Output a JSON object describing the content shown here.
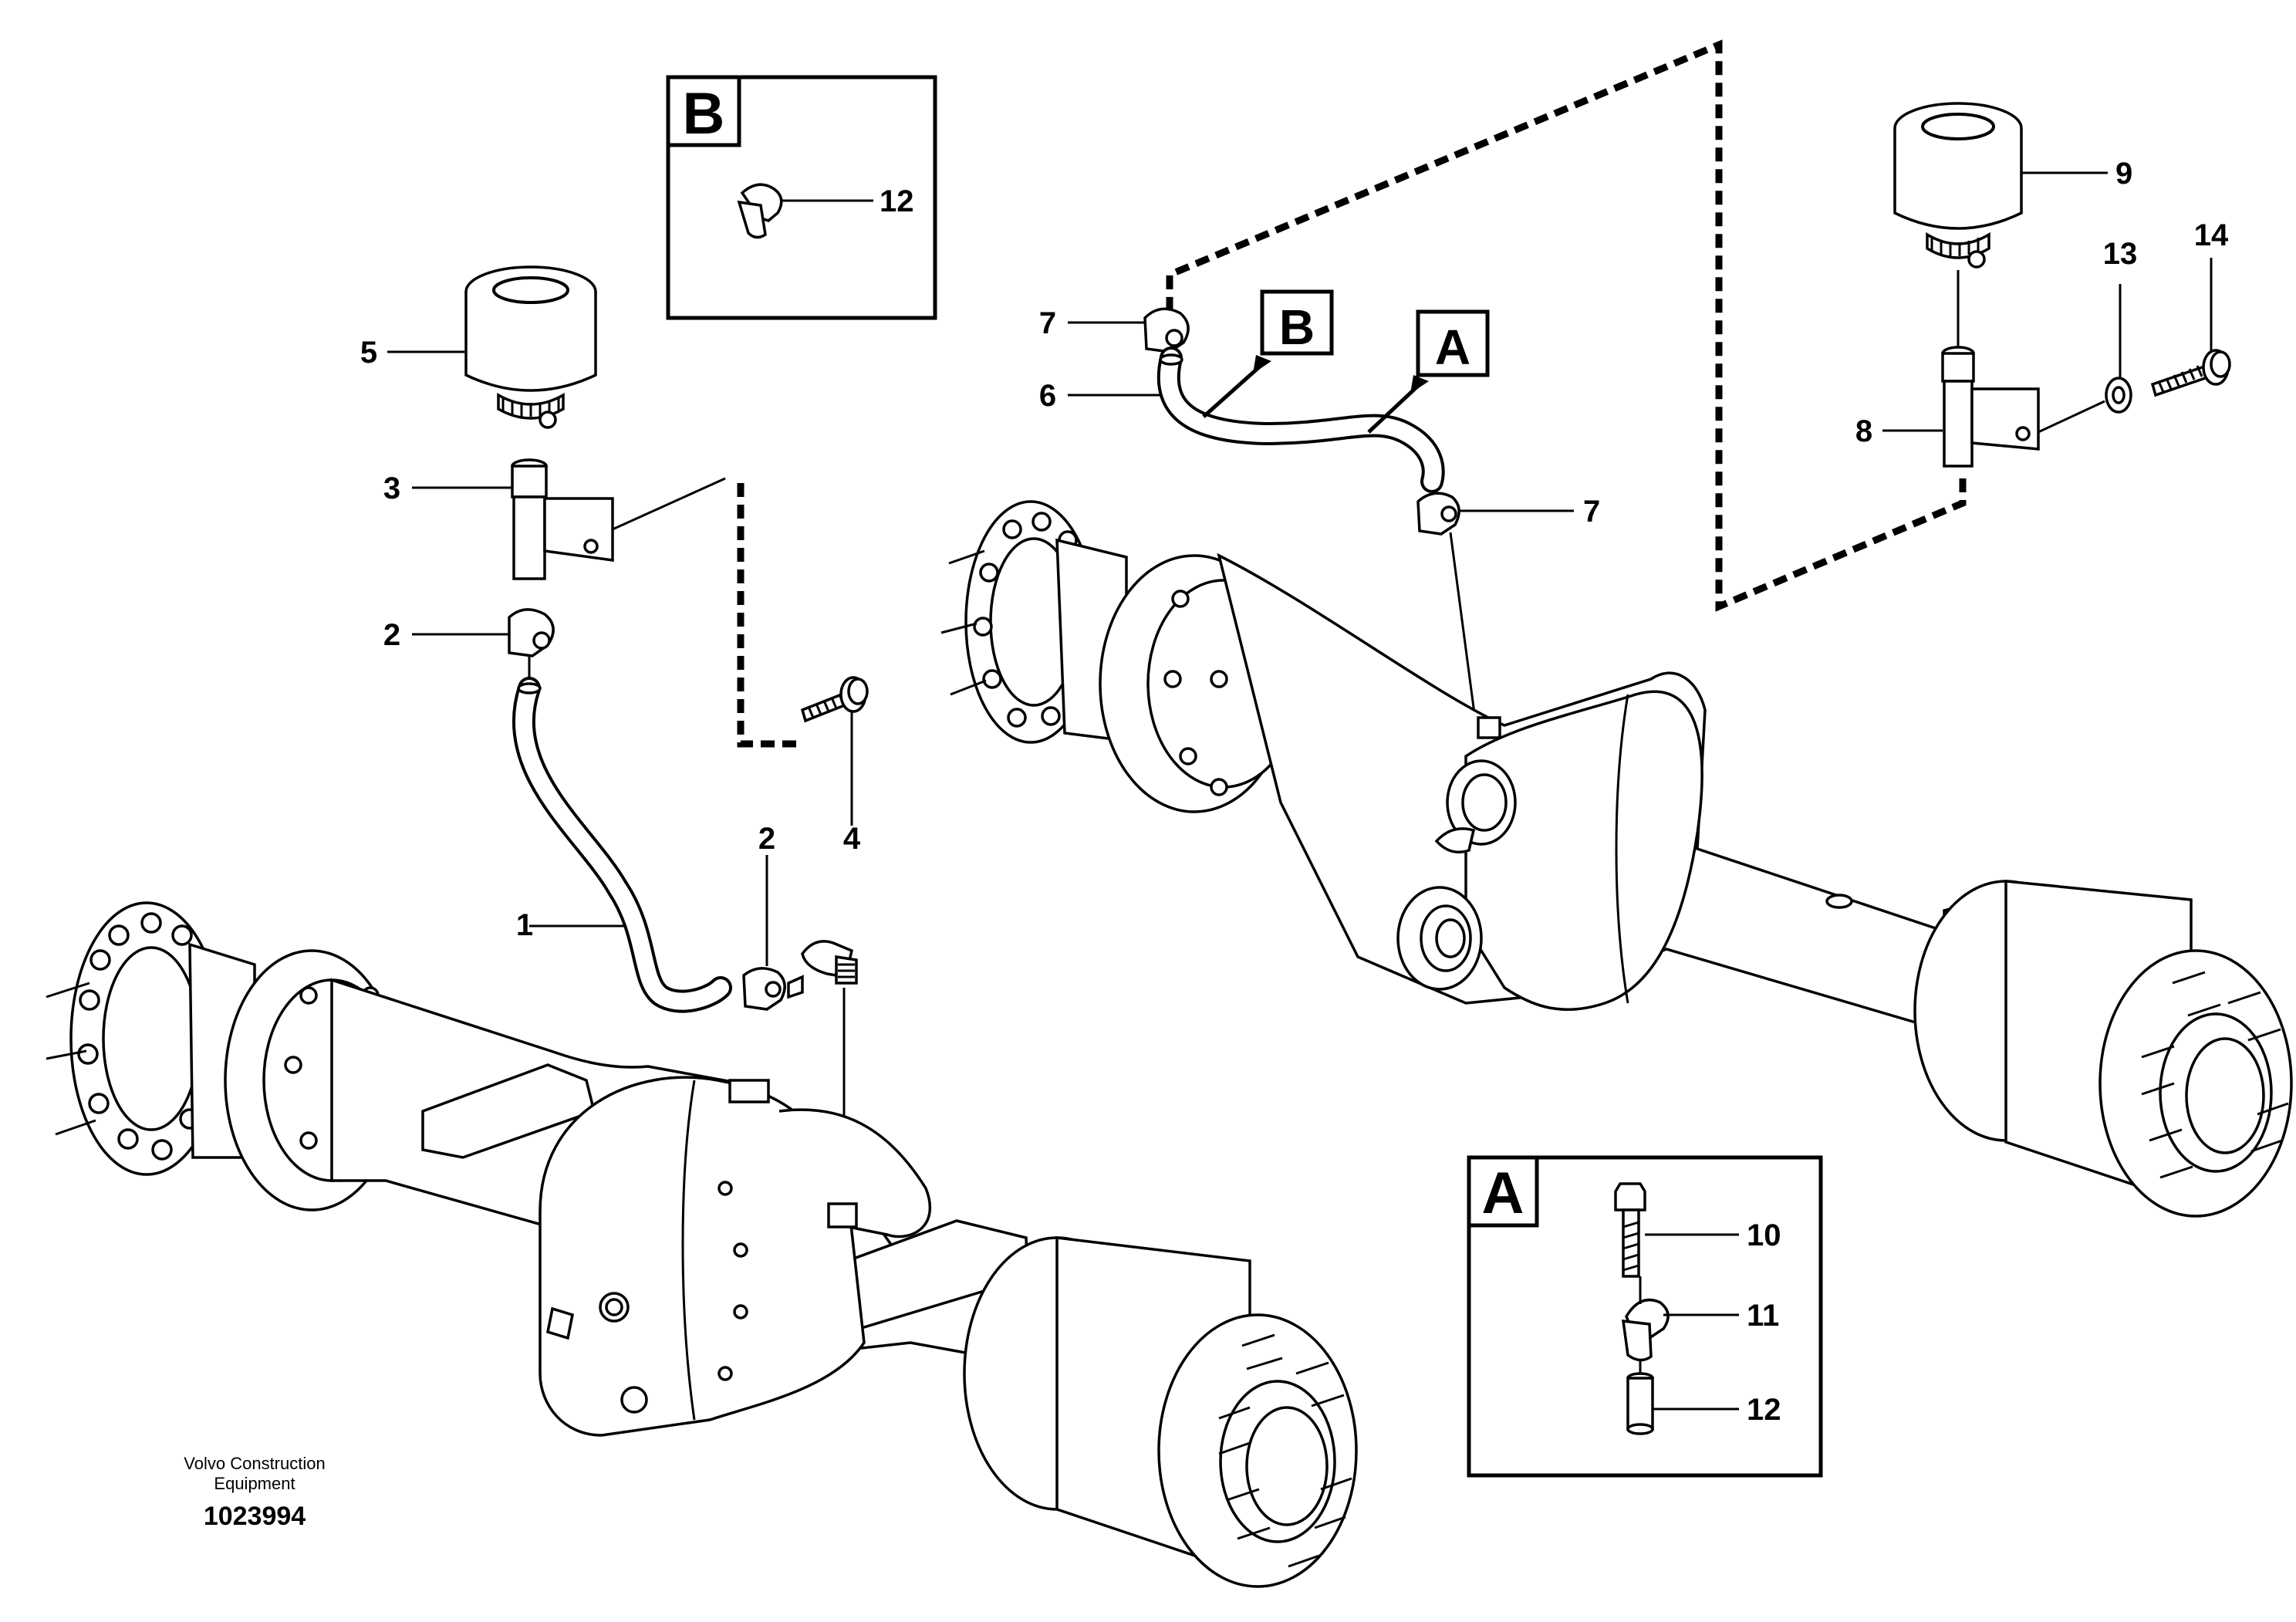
{
  "detail_boxes": {
    "B": {
      "letter": "B",
      "callouts": [
        "12"
      ]
    },
    "A": {
      "letter": "A",
      "callouts": [
        "10",
        "11",
        "12"
      ]
    }
  },
  "marker_labels": {
    "B": "B",
    "A": "A"
  },
  "callouts": {
    "c1": "1",
    "c2a": "2",
    "c2b": "2",
    "c3": "3",
    "c4": "4",
    "c5": "5",
    "c6": "6",
    "c7a": "7",
    "c7b": "7",
    "c8": "8",
    "c9": "9",
    "c13": "13",
    "c14": "14",
    "a10": "10",
    "a11": "11",
    "a12": "12",
    "b12": "12"
  },
  "reference": {
    "company_line1": "Volvo Construction",
    "company_line2": "Equipment",
    "number": "1023994"
  }
}
